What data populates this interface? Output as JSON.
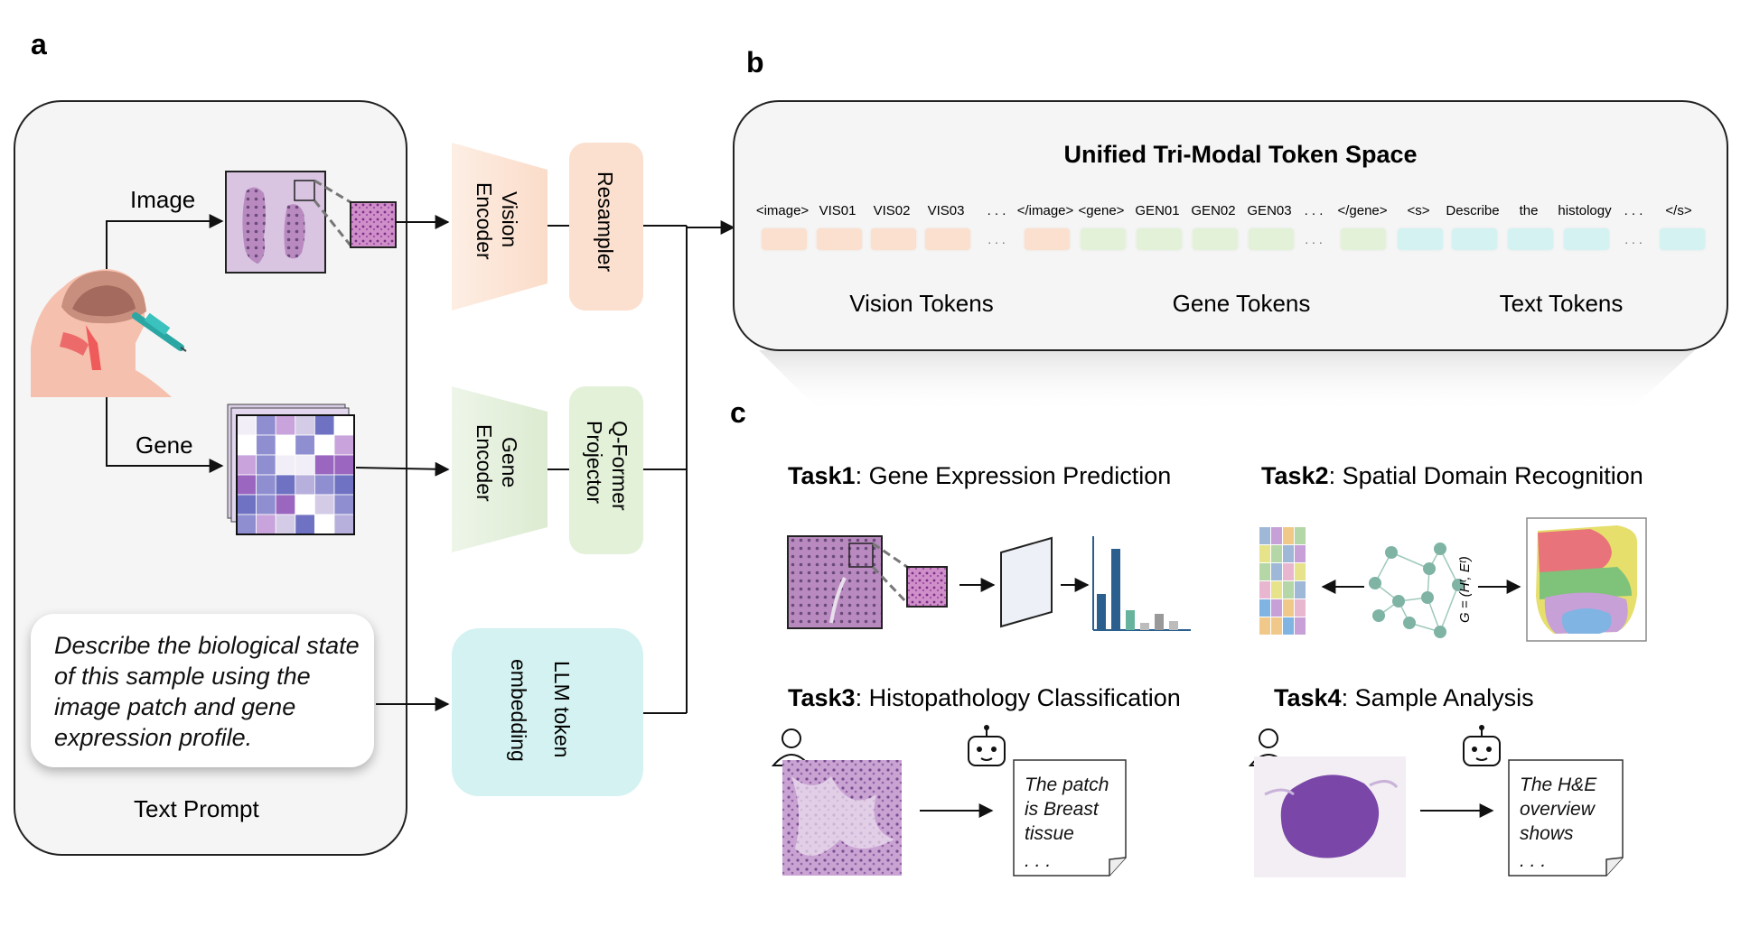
{
  "panels": {
    "a": "a",
    "b": "b",
    "c": "c"
  },
  "inputs": {
    "image": "Image",
    "gene": "Gene",
    "text_prompt_label": "Text Prompt",
    "text_prompt": "Describe the biological state of this sample using the image patch and gene expression profile."
  },
  "modules": {
    "vision_encoder": [
      "Vision",
      "Encoder"
    ],
    "resampler": "Resampler",
    "gene_encoder": [
      "Gene",
      "Encoder"
    ],
    "qformer": [
      "Q-Former",
      "Projector"
    ],
    "llm": [
      "LLM token",
      "embedding"
    ]
  },
  "token_space": {
    "title": "Unified Tri-Modal Token Space",
    "tokens": [
      "<image>",
      "VIS01",
      "VIS02",
      "VIS03",
      ". . .",
      "</image>",
      "<gene>",
      "GEN01",
      "GEN02",
      "GEN03",
      ". . .",
      "</gene>",
      "<s>",
      "Describe",
      "the",
      "histology",
      ". . .",
      "</s>"
    ],
    "groups": [
      "Vision Tokens",
      "Gene Tokens",
      "Text Tokens"
    ],
    "ellipsis": ". . ."
  },
  "tasks": [
    {
      "id": "Task1",
      "name": ": Gene Expression Prediction"
    },
    {
      "id": "Task2",
      "name": ": Spatial Domain Recognition"
    },
    {
      "id": "Task3",
      "name": ": Histopathology Classification"
    },
    {
      "id": "Task4",
      "name": ": Sample Analysis"
    }
  ],
  "graph_formula": "G = (Hᵗ, Eᵗ)",
  "notes": {
    "task3": "The patch is Breast tissue",
    "task4": "The H&E overview shows",
    "ellipsis": ". . ."
  },
  "colors": {
    "vision": "#fbe0cf",
    "gene": "#e3f1d9",
    "text": "#d3f2f1",
    "he_purple": "#a56db0",
    "bar_dark": "#2b5f8e",
    "bar_teal": "#67b39d",
    "graph_node": "#7fb3a4"
  }
}
